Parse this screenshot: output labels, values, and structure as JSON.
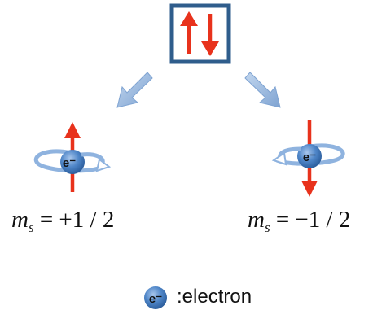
{
  "top_box": {
    "symbol": "↑↓"
  },
  "left": {
    "var": "m",
    "sub": "s",
    "value": "= +1 / 2",
    "electron_symbol": "e⁻"
  },
  "right": {
    "var": "m",
    "sub": "s",
    "value": "= −1 / 2",
    "electron_symbol": "e⁻"
  },
  "legend": {
    "symbol": "e⁻",
    "text": ":electron"
  },
  "colors": {
    "box_border": "#2f5d8c",
    "arrow_red": "#e8321c",
    "electron_blue": "#3f7cc4",
    "orbit_blue": "#8fb3df",
    "pointer_blue": "#8fb3df"
  }
}
